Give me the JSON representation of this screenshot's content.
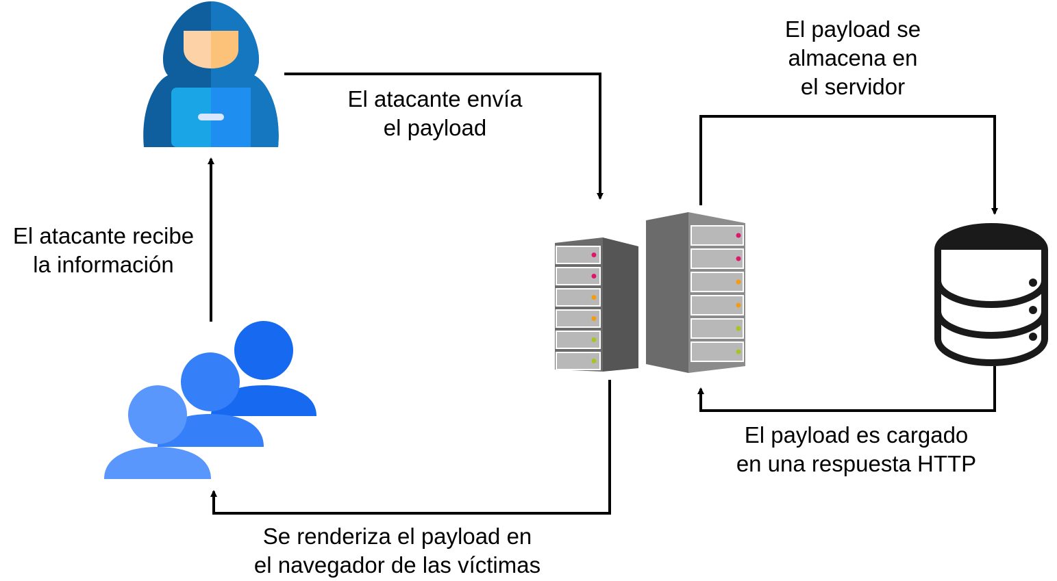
{
  "labels": {
    "attacker_sends": [
      "El atacante envía",
      "el payload"
    ],
    "stored": [
      "El payload se",
      "almacena en",
      "el servidor"
    ],
    "attacker_receives": [
      "El atacante recibe",
      "la información"
    ],
    "http_response": [
      "El payload es cargado",
      "en una respuesta HTTP"
    ],
    "rendered": [
      "Se renderiza el payload en",
      "el navegador de las víctimas"
    ]
  },
  "icons": {
    "attacker": "hooded-hacker-icon",
    "server": "server-rack-icon",
    "database": "database-icon",
    "victims": "users-group-icon"
  },
  "colors": {
    "hacker_hood_dark": "#0f5f9e",
    "hacker_hood_light": "#1577c0",
    "hacker_face": "#fcd2a6",
    "laptop_left": "#1aa6e6",
    "laptop_right": "#1e8ef0",
    "server_dark": "#6b6b6b",
    "server_light": "#b8b8b8",
    "led_magenta": "#e0166b",
    "led_orange": "#f39c12",
    "led_green": "#a5c520",
    "db_stroke": "#1a1a1a",
    "user_front": "#5a97fc",
    "user_mid": "#3580f8",
    "user_back": "#1769ef",
    "arrow": "#000000"
  }
}
